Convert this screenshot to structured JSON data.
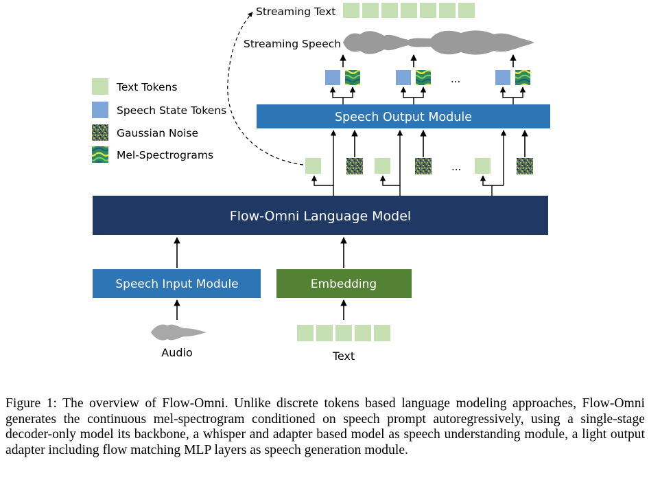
{
  "legend": {
    "text_tokens": "Text Tokens",
    "speech_state_tokens": "Speech State Tokens",
    "gaussian_noise": "Gaussian Noise",
    "mel_spectrograms": "Mel-Spectrograms"
  },
  "blocks": {
    "speech_output_module": "Speech Output Module",
    "language_model": "Flow-Omni Language Model",
    "speech_input_module": "Speech Input Module",
    "embedding": "Embedding"
  },
  "labels": {
    "streaming_text": "Streaming Text",
    "streaming_speech": "Streaming Speech",
    "audio": "Audio",
    "text": "Text",
    "ellipsis": "..."
  },
  "caption": "Figure 1: The overview of Flow-Omni. Unlike discrete tokens based language modeling approaches, Flow-Omni generates the continuous mel-spectrogram conditioned on speech prompt autoregressively, using a single-stage decoder-only model its backbone, a whisper and adapter based model as speech understanding module, a light output adapter including flow matching MLP layers as speech generation module.",
  "colors": {
    "text_token": "#c6e0b4",
    "speech_state_token": "#7ea6d8",
    "speech_output_module": "#2e75b6",
    "language_model": "#1f3864",
    "speech_input_module": "#2e75b6",
    "embedding": "#548235",
    "waveform": "#9a9a9a"
  }
}
